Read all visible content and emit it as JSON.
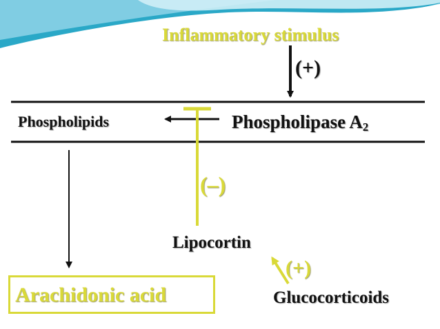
{
  "colors": {
    "yellow": "#d9d938",
    "black": "#111111",
    "teal": "#1fa3c4",
    "light_teal": "#8fd3e8"
  },
  "labels": {
    "inflammatory_stimulus": "Inflammatory stimulus",
    "plus_top": "(+)",
    "phospholipids": "Phospholipids",
    "phospholipase_main": "Phospholipase A",
    "phospholipase_sub": "2",
    "minus": "(–)",
    "lipocortin": "Lipocortin",
    "plus_bottom": "(+)",
    "glucocorticoids": "Glucocorticoids",
    "arachidonic_acid": "Arachidonic acid"
  }
}
